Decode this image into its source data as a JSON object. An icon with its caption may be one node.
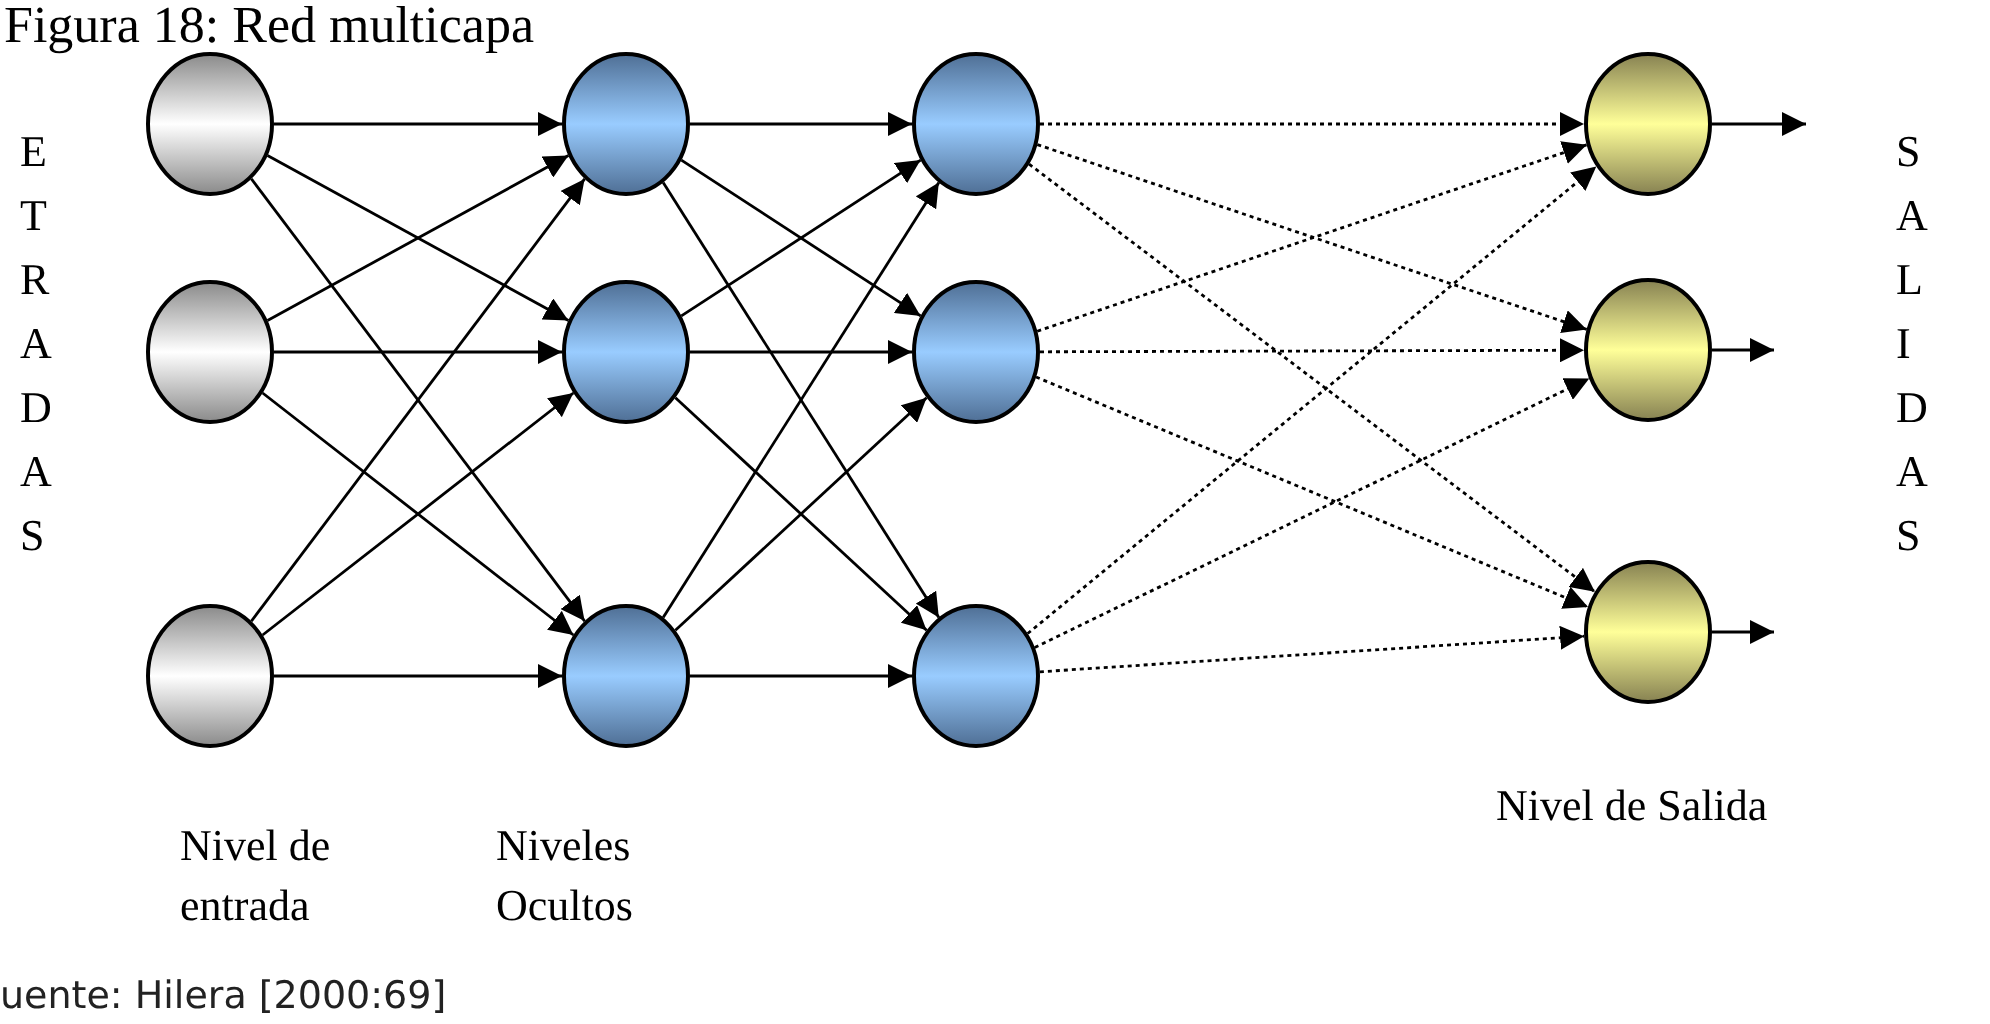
{
  "diagram": {
    "title": "Figura 18: Red multicapa",
    "caption": "uente: Hilera [2000:69]",
    "nodes": [
      {
        "text": [],
        "shape": "circle"
      },
      {
        "text": [],
        "shape": "circle"
      },
      {
        "text": [],
        "shape": "circle"
      },
      {
        "text": [],
        "shape": "circle"
      },
      {
        "text": [],
        "shape": "circle"
      },
      {
        "text": [],
        "shape": "circle"
      },
      {
        "text": [],
        "shape": "circle"
      },
      {
        "text": [],
        "shape": "circle"
      },
      {
        "text": [],
        "shape": "circle"
      },
      {
        "text": [],
        "shape": "circle"
      },
      {
        "text": [],
        "shape": "circle"
      },
      {
        "text": [],
        "shape": "circle"
      }
    ],
    "edges": [
      {
        "from": 0,
        "to": 3,
        "arrow": "to"
      },
      {
        "from": 0,
        "to": 4,
        "arrow": "to"
      },
      {
        "from": 0,
        "to": 5,
        "arrow": "to"
      },
      {
        "from": 1,
        "to": 3,
        "arrow": "to"
      },
      {
        "from": 1,
        "to": 4,
        "arrow": "to"
      },
      {
        "from": 1,
        "to": 5,
        "arrow": "to"
      },
      {
        "from": 2,
        "to": 3,
        "arrow": "to"
      },
      {
        "from": 2,
        "to": 4,
        "arrow": "to"
      },
      {
        "from": 2,
        "to": 5,
        "arrow": "to"
      },
      {
        "from": 3,
        "to": 6,
        "arrow": "to"
      },
      {
        "from": 3,
        "to": 7,
        "arrow": "to"
      },
      {
        "from": 3,
        "to": 8,
        "arrow": "to"
      },
      {
        "from": 4,
        "to": 6,
        "arrow": "to"
      },
      {
        "from": 4,
        "to": 7,
        "arrow": "to"
      },
      {
        "from": 4,
        "to": 8,
        "arrow": "to"
      },
      {
        "from": 5,
        "to": 6,
        "arrow": "to"
      },
      {
        "from": 5,
        "to": 7,
        "arrow": "to"
      },
      {
        "from": 5,
        "to": 8,
        "arrow": "to"
      },
      {
        "from": 6,
        "to": 9,
        "arrow": "to",
        "style": "dashed"
      },
      {
        "from": 6,
        "to": 10,
        "arrow": "to",
        "style": "dashed"
      },
      {
        "from": 6,
        "to": 11,
        "arrow": "to",
        "style": "dashed"
      },
      {
        "from": 7,
        "to": 9,
        "arrow": "to",
        "style": "dashed"
      },
      {
        "from": 7,
        "to": 10,
        "arrow": "to",
        "style": "dashed"
      },
      {
        "from": 7,
        "to": 11,
        "arrow": "to",
        "style": "dashed"
      },
      {
        "from": 8,
        "to": 9,
        "arrow": "to",
        "style": "dashed"
      },
      {
        "from": 8,
        "to": 10,
        "arrow": "to",
        "style": "dashed"
      },
      {
        "from": 8,
        "to": 11,
        "arrow": "to",
        "style": "dashed"
      },
      {
        "from": 9,
        "to": null,
        "arrow": "to"
      },
      {
        "from": 10,
        "to": null,
        "arrow": "to"
      },
      {
        "from": 11,
        "to": null,
        "arrow": "to"
      }
    ],
    "labels": [
      "ETRADAS",
      "SALIDAS",
      "Nivel de Salida",
      "Nivel de entrada",
      "Niveles Ocultos"
    ]
  }
}
